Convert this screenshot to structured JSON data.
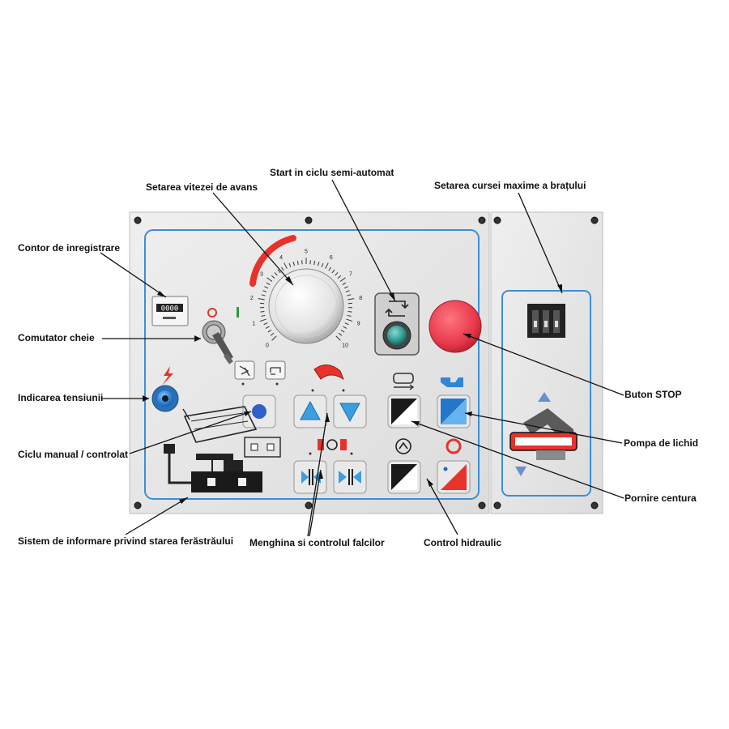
{
  "labels": {
    "speed_setting": "Setarea vitezei de avans",
    "semi_auto_start": "Start in ciclu semi-automat",
    "arm_stroke_setting": "Setarea cursei maxime a brațului",
    "counter": "Contor de inregistrare",
    "key_switch": "Comutator cheie",
    "voltage_indicator": "Indicarea tensiunii",
    "manual_cycle": "Ciclu manual / controlat",
    "stop_button": "Buton STOP",
    "coolant_pump": "Pompa de lichid",
    "belt_start": "Pornire centura",
    "saw_status_system": "Sistem de informare privind starea ferăstrăului",
    "vise_jaw_control": "Menghina si controlul falcilor",
    "hydraulic_control": "Control hidraulic"
  },
  "dial": {
    "scale_labels": [
      "0",
      "1",
      "2",
      "3",
      "4",
      "5",
      "6",
      "7",
      "8",
      "9",
      "10"
    ]
  },
  "counter_display": {
    "digits": "0000"
  },
  "colors": {
    "panel": "#e8e8e8",
    "border_blue": "#3a8fd8",
    "accent_red": "#e8322c",
    "accent_blue": "#2f86d8",
    "stop_red": "#e8394a",
    "dark": "#1c1c1c"
  }
}
